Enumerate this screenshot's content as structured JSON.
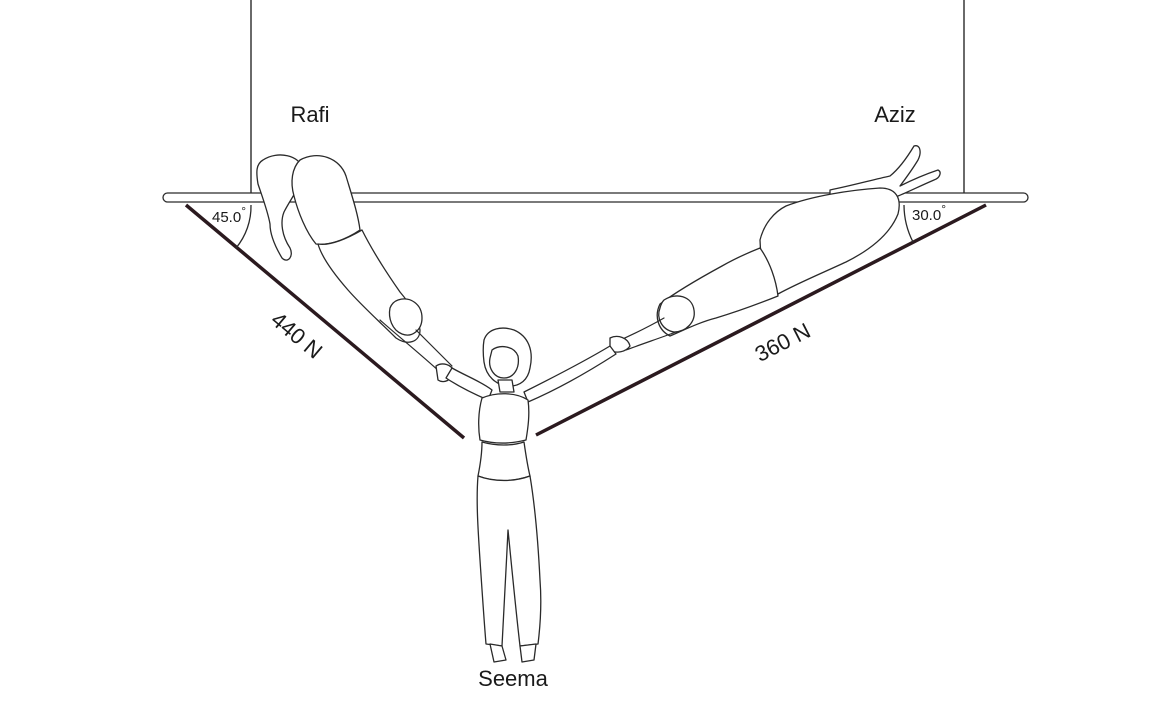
{
  "figure": {
    "people": {
      "left": "Rafi",
      "right": "Aziz",
      "bottom": "Seema"
    },
    "forces": {
      "left": "440 N",
      "right": "360 N"
    },
    "angles": {
      "left": "45.0",
      "right": "30.0",
      "unit_symbol": "°"
    },
    "colors": {
      "force_line": "#2b1a1f",
      "outline": "#2a2a2a",
      "background": "#ffffff"
    }
  }
}
